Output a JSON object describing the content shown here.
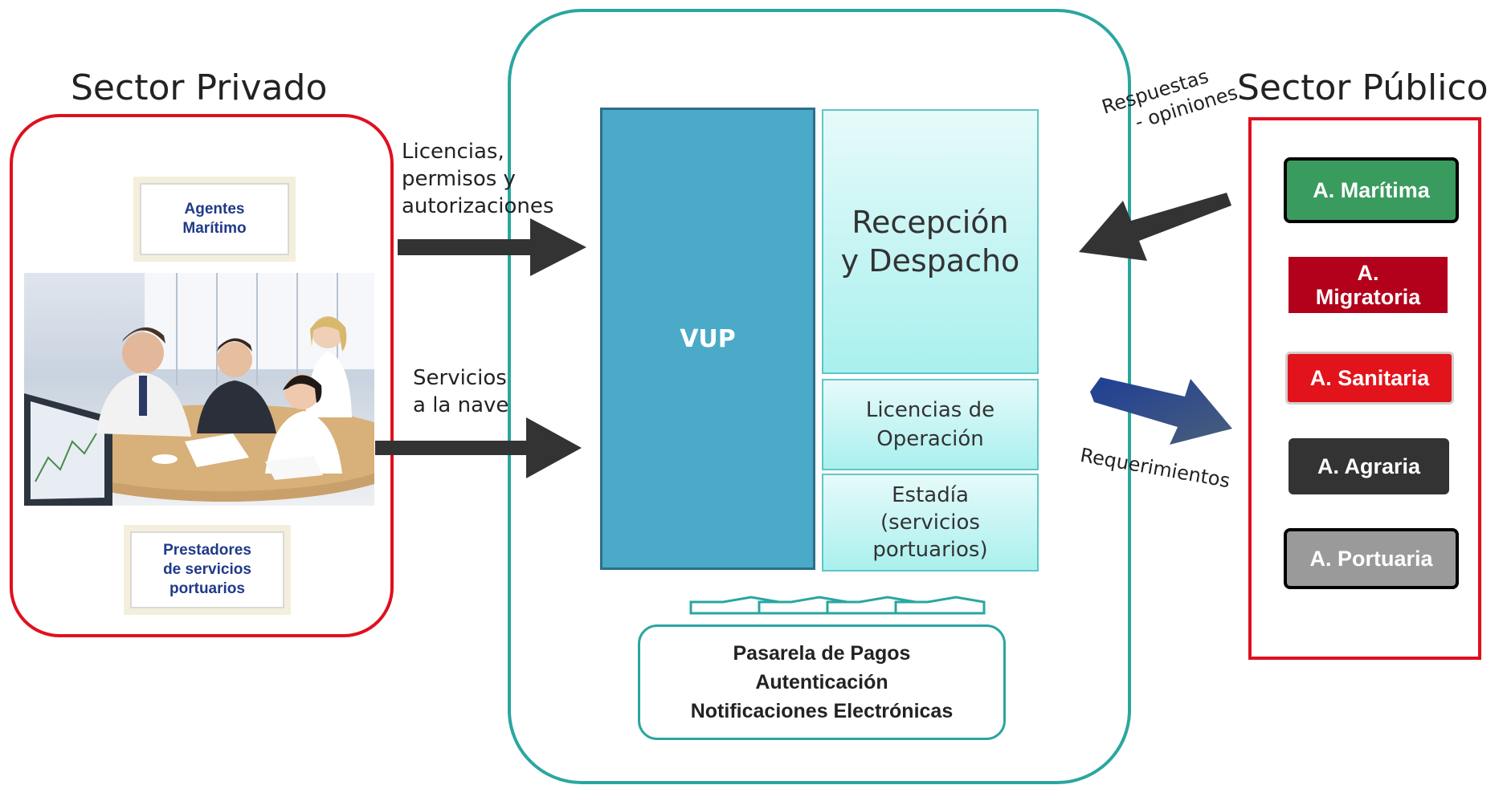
{
  "private_sector": {
    "title": "Sector Privado",
    "agents_label_line1": "Agentes",
    "agents_label_line2": "Marítimo",
    "providers_line1": "Prestadores",
    "providers_line2": "de servicios",
    "providers_line3": "portuarios"
  },
  "public_sector": {
    "title": "Sector Público",
    "agencies": [
      {
        "label": "A. Marítima",
        "color": "#3a9b5f"
      },
      {
        "label_line1": "A.",
        "label_line2": "Migratoria",
        "color": "#b3001b"
      },
      {
        "label": "A. Sanitaria",
        "color": "#e3131b"
      },
      {
        "label": "A. Agraria",
        "color": "#333333"
      },
      {
        "label": "A. Portuaria",
        "color": "#9a9a9a"
      }
    ]
  },
  "flows": {
    "licenses_line1": "Licencias,",
    "licenses_line2": "permisos y",
    "licenses_line3": "autorizaciones",
    "services_line1": "Servicios",
    "services_line2": "a la nave",
    "responses_line1": "Respuestas",
    "responses_line2": "- opiniones",
    "requirements": "Requerimientos"
  },
  "vup": {
    "title": "VUP",
    "color": "#4aaac8",
    "reception_line1": "Recepción",
    "reception_line2": "y Despacho",
    "operation_line1": "Licencias de",
    "operation_line2": "Operación",
    "stay_line1": "Estadía",
    "stay_line2": "(servicios",
    "stay_line3": "portuarios)"
  },
  "services": {
    "line1": "Pasarela de Pagos",
    "line2": "Autenticación",
    "line3": "Notificaciones Electrónicas"
  },
  "colors": {
    "private_border": "#e0101e",
    "central_border": "#2aa6a0",
    "public_border": "#e0101e",
    "arrow_dark": "#333333",
    "arrow_blue": "#2a4b9a"
  }
}
